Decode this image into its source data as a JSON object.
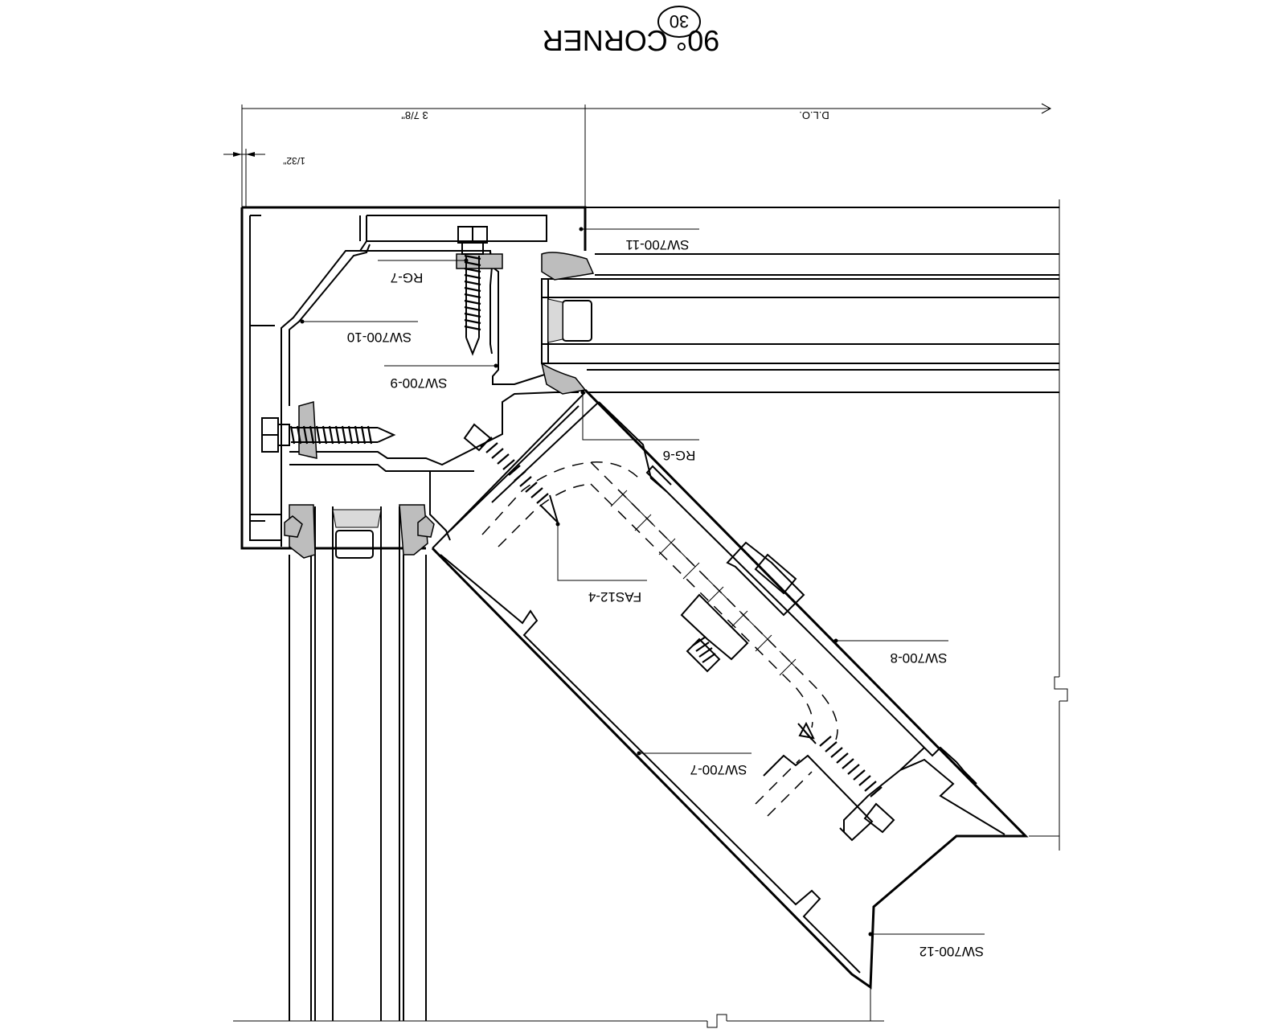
{
  "title": {
    "detail_number": "30",
    "text": "90° CORNER"
  },
  "dimensions": {
    "overall": "3 7/8\"",
    "daylight": "D.L.O.",
    "offset": "1/32\""
  },
  "callouts": [
    {
      "id": "sw700-11",
      "label": "SW700-11"
    },
    {
      "id": "rg-7",
      "label": "RG-7"
    },
    {
      "id": "sw700-10",
      "label": "SW700-10"
    },
    {
      "id": "sw700-9",
      "label": "SW700-9"
    },
    {
      "id": "rg-6",
      "label": "RG-6"
    },
    {
      "id": "fas12-4",
      "label": "FAS12-4"
    },
    {
      "id": "sw700-8",
      "label": "SW700-8"
    },
    {
      "id": "sw700-7",
      "label": "SW700-7"
    },
    {
      "id": "sw700-12",
      "label": "SW700-12"
    }
  ],
  "colors": {
    "line": "#000000",
    "gasket": "#bdbdbd",
    "background": "#ffffff"
  }
}
